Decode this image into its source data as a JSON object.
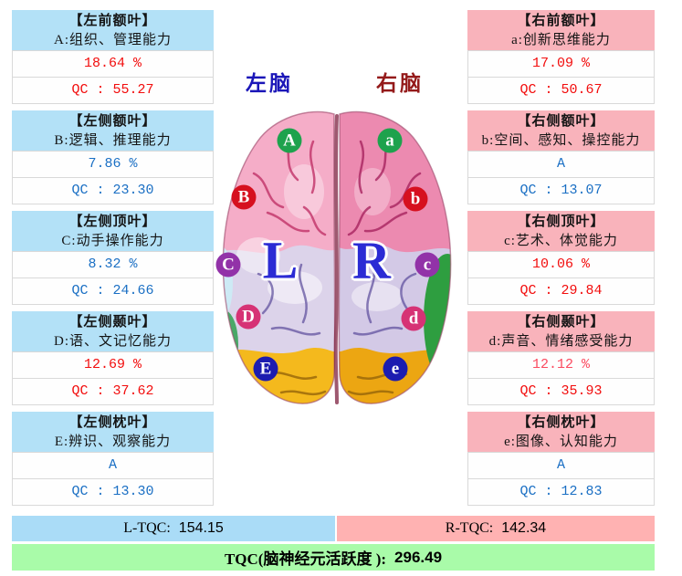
{
  "colors": {
    "left_header_bg": "#b3e1f7",
    "right_header_bg": "#f9b3bb",
    "l_bar_bg": "#aadcf7",
    "r_bar_bg": "#ffb2b2",
    "tqc_bar_bg": "#a9fba9",
    "red_value": "#f20d0d",
    "blue_value": "#1a6fc4"
  },
  "panels": {
    "left": [
      {
        "region": "【左前额叶】",
        "ability": "A:组织、管理能力",
        "value": "18.64 %",
        "qc": "QC : 55.27",
        "value_color": "#f20d0d",
        "qc_color": "#f20d0d"
      },
      {
        "region": "【左侧额叶】",
        "ability": "B:逻辑、推理能力",
        "value": "7.86 %",
        "qc": "QC : 23.30",
        "value_color": "#1a6fc4",
        "qc_color": "#1a6fc4"
      },
      {
        "region": "【左侧顶叶】",
        "ability": "C:动手操作能力",
        "value": "8.32 %",
        "qc": "QC : 24.66",
        "value_color": "#1a6fc4",
        "qc_color": "#1a6fc4"
      },
      {
        "region": "【左侧颞叶】",
        "ability": "D:语、文记忆能力",
        "value": "12.69 %",
        "qc": "QC : 37.62",
        "value_color": "#f20d0d",
        "qc_color": "#f20d0d"
      },
      {
        "region": "【左侧枕叶】",
        "ability": "E:辨识、观察能力",
        "value": "A",
        "qc": "QC : 13.30",
        "value_color": "#1a6fc4",
        "qc_color": "#1a6fc4"
      }
    ],
    "right": [
      {
        "region": "【右前额叶】",
        "ability": "a:创新思维能力",
        "value": "17.09 %",
        "qc": "QC : 50.67",
        "value_color": "#f20d0d",
        "qc_color": "#f20d0d"
      },
      {
        "region": "【右侧额叶】",
        "ability": "b:空间、感知、操控能力",
        "value": "A",
        "qc": "QC : 13.07",
        "value_color": "#1a6fc4",
        "qc_color": "#1a6fc4"
      },
      {
        "region": "【右侧顶叶】",
        "ability": "c:艺术、体觉能力",
        "value": "10.06 %",
        "qc": "QC : 29.84",
        "value_color": "#f20d0d",
        "qc_color": "#f20d0d"
      },
      {
        "region": "【右侧颞叶】",
        "ability": "d:声音、情绪感受能力",
        "value": "12.12 %",
        "qc": "QC : 35.93",
        "value_color": "#fb4a5f",
        "qc_color": "#f20d0d"
      },
      {
        "region": "【右侧枕叶】",
        "ability": "e:图像、认知能力",
        "value": "A",
        "qc": "QC : 12.83",
        "value_color": "#1a6fc4",
        "qc_color": "#1a6fc4"
      }
    ]
  },
  "brain": {
    "left_label": "左脑",
    "right_label": "右脑",
    "left_label_color": "#1b16b8",
    "right_label_color": "#941a1a",
    "hemisphere_left_letter": "L",
    "hemisphere_right_letter": "R",
    "letter_color": "#2b2bd4",
    "markers": {
      "A": {
        "label": "A",
        "color": "#1ea24d"
      },
      "B": {
        "label": "B",
        "color": "#d6101f"
      },
      "C": {
        "label": "C",
        "color": "#9232a8"
      },
      "D": {
        "label": "D",
        "color": "#d63275"
      },
      "E": {
        "label": "E",
        "color": "#1c1cb0"
      },
      "a": {
        "label": "a",
        "color": "#1ea24d"
      },
      "b": {
        "label": "b",
        "color": "#d6101f"
      },
      "c": {
        "label": "c",
        "color": "#9232a8"
      },
      "d": {
        "label": "d",
        "color": "#d63275"
      },
      "e": {
        "label": "e",
        "color": "#1c1cb0"
      }
    }
  },
  "totals": {
    "l_label": "L-TQC:",
    "l_value": "154.15",
    "r_label": "R-TQC:",
    "r_value": "142.34",
    "t_label": "TQC(脑神经元活跃度 ):",
    "t_value": "296.49"
  }
}
